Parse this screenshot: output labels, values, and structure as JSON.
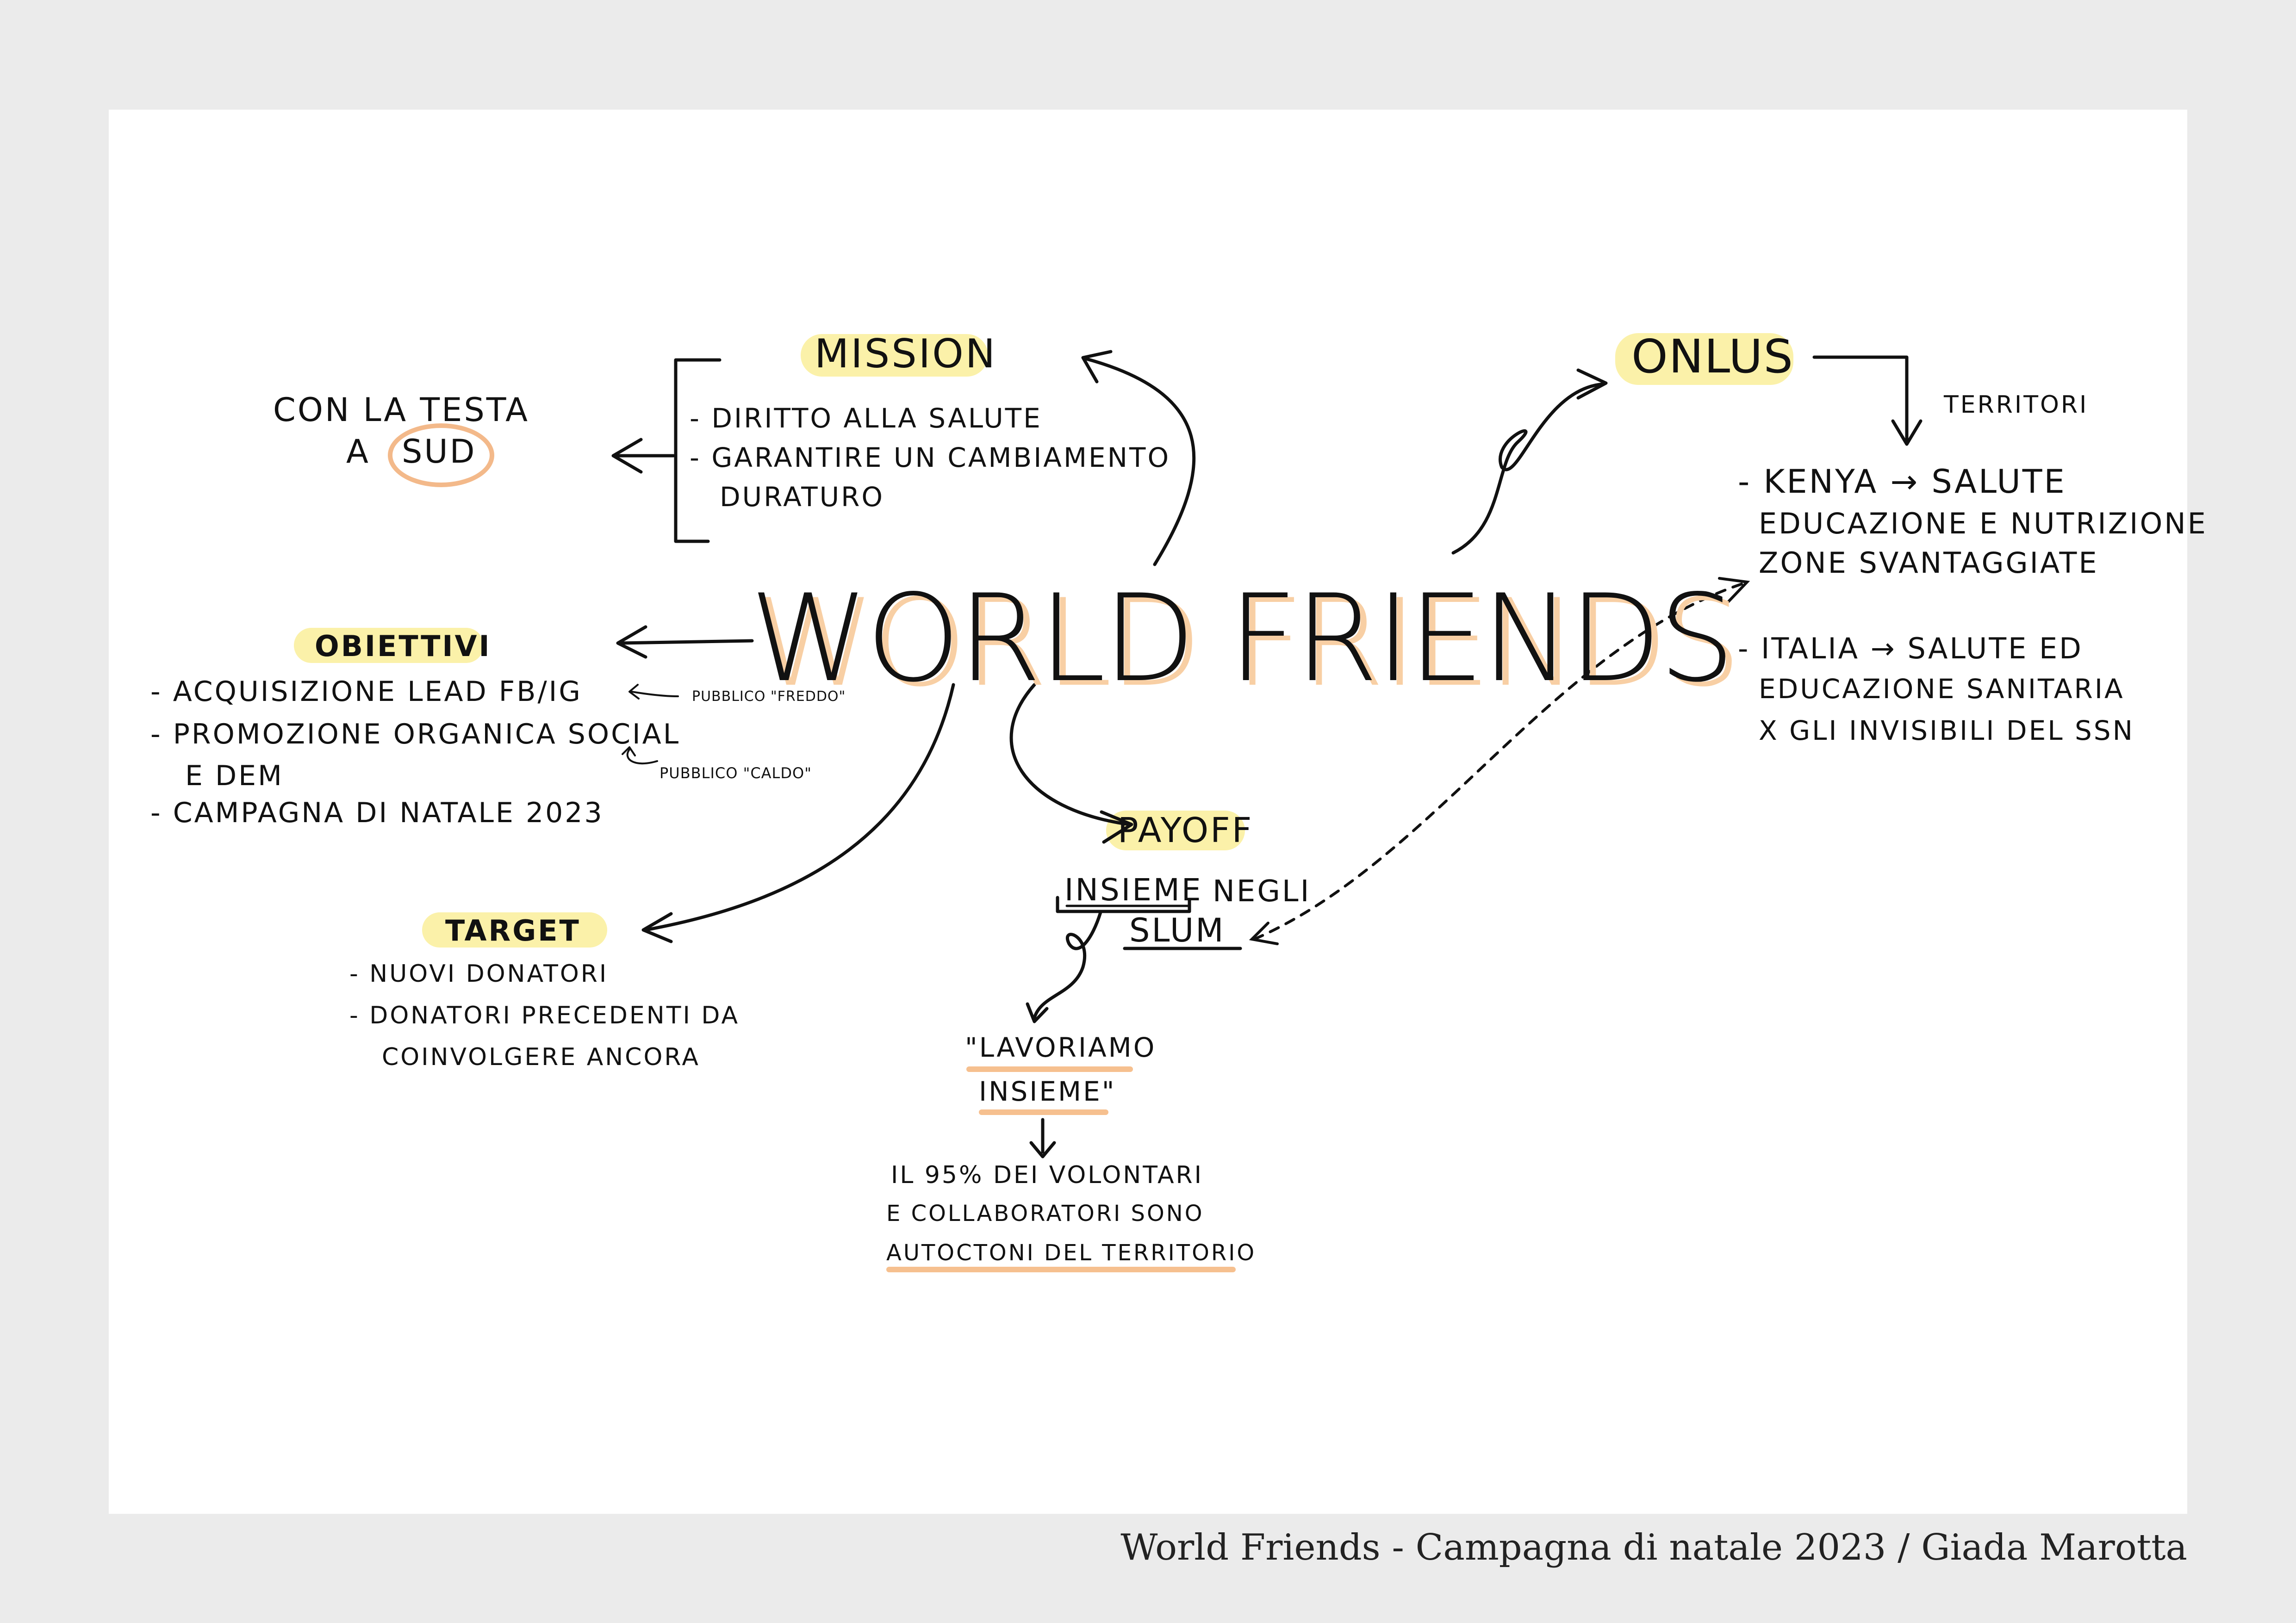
{
  "center": {
    "title": "WORLD FRIENDS"
  },
  "mission": {
    "heading": "MISSION",
    "items": [
      "- DIRITTO ALLA SALUTE",
      "- GARANTIRE UN CAMBIAMENTO",
      "DURATURO"
    ]
  },
  "sud_note": {
    "line1": "CON LA TESTA",
    "prefix": "A",
    "highlight": "SUD"
  },
  "obiettivi": {
    "heading": "OBIETTIVI",
    "items": [
      "- ACQUISIZIONE LEAD FB/IG",
      "- PROMOZIONE ORGANICA SOCIAL",
      "E DEM",
      "- CAMPAGNA DI NATALE 2023"
    ],
    "note_cold": "PUBBLICO \"FREDDO\"",
    "note_warm": "PUBBLICO \"CALDO\""
  },
  "target": {
    "heading": "TARGET",
    "items": [
      "- NUOVI DONATORI",
      "- DONATORI PRECEDENTI DA",
      "COINVOLGERE ANCORA"
    ]
  },
  "payoff": {
    "heading": "PAYOFF",
    "line1_a": "INSIEME",
    "line1_b": "NEGLI",
    "line2": "SLUM",
    "quote1": "\"LAVORIAMO",
    "quote2": "INSIEME\"",
    "fact1": "IL 95% DEI VOLONTARI",
    "fact2": "E COLLABORATORI SONO",
    "fact3": "AUTOCTONI DEL TERRITORIO"
  },
  "onlus": {
    "heading": "ONLUS",
    "territori_label": "TERRITORI",
    "kenya": [
      "- KENYA → SALUTE",
      "EDUCAZIONE E NUTRIZIONE",
      "ZONE SVANTAGGIATE"
    ],
    "italia": [
      "- ITALIA → SALUTE ED",
      "EDUCAZIONE SANITARIA",
      "X GLI INVISIBILI DEL SSN"
    ]
  },
  "footer": "World Friends - Campagna di natale 2023 / Giada Marotta",
  "colors": {
    "highlight_yellow": "#fbf1a9",
    "highlight_peach": "#f6c08f",
    "background": "#ebebeb",
    "sheet": "#ffffff",
    "ink": "#111111"
  }
}
